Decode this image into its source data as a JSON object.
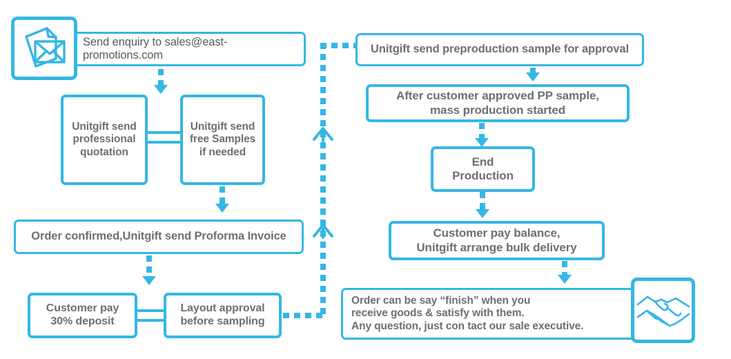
{
  "meta": {
    "title": "Unitgift order process flowchart",
    "accent_color": "#35b6e5",
    "text_color": "#6e6f72",
    "background": "#ffffff"
  },
  "icons": {
    "mail": {
      "name": "mail-document-icon",
      "label": "Envelope with document"
    },
    "handshake": {
      "name": "handshake-icon",
      "label": "Handshake"
    }
  },
  "nodes": {
    "enquiry": {
      "id": "send-enquiry",
      "text": "Send enquiry to sales@east-promotions.com"
    },
    "quotation": {
      "id": "unitgift-send-quotation",
      "text": "Unitgift send\nprofessional\nquotation"
    },
    "free_samples": {
      "id": "unitgift-send-free-samples",
      "text": "Unitgift send\nfree Samples\nif needed"
    },
    "order_confirmed": {
      "id": "order-confirmed-proforma-invoice",
      "text": "Order confirmed,Unitgift send Proforma Invoice"
    },
    "deposit": {
      "id": "customer-pay-deposit",
      "text": "Customer pay\n30% deposit"
    },
    "layout_approval": {
      "id": "layout-approval-before-sampling",
      "text": "Layout approval\nbefore sampling"
    },
    "preproduction": {
      "id": "unitgift-send-preproduction-sample",
      "text": "Unitgift send preproduction sample for approval"
    },
    "mass_production": {
      "id": "after-pp-approved-mass-production",
      "text": "After customer approved PP sample,\nmass production started"
    },
    "end_production": {
      "id": "end-production",
      "text": "End\nProduction"
    },
    "balance_delivery": {
      "id": "customer-pay-balance-bulk-delivery",
      "text": "Customer pay balance,\nUnitgift arrange bulk delivery"
    },
    "finish": {
      "id": "order-finish-note",
      "text": "Order can be say “finish” when you\nreceive goods & satisfy with them.\nAny question, just con tact our sale executive."
    }
  }
}
